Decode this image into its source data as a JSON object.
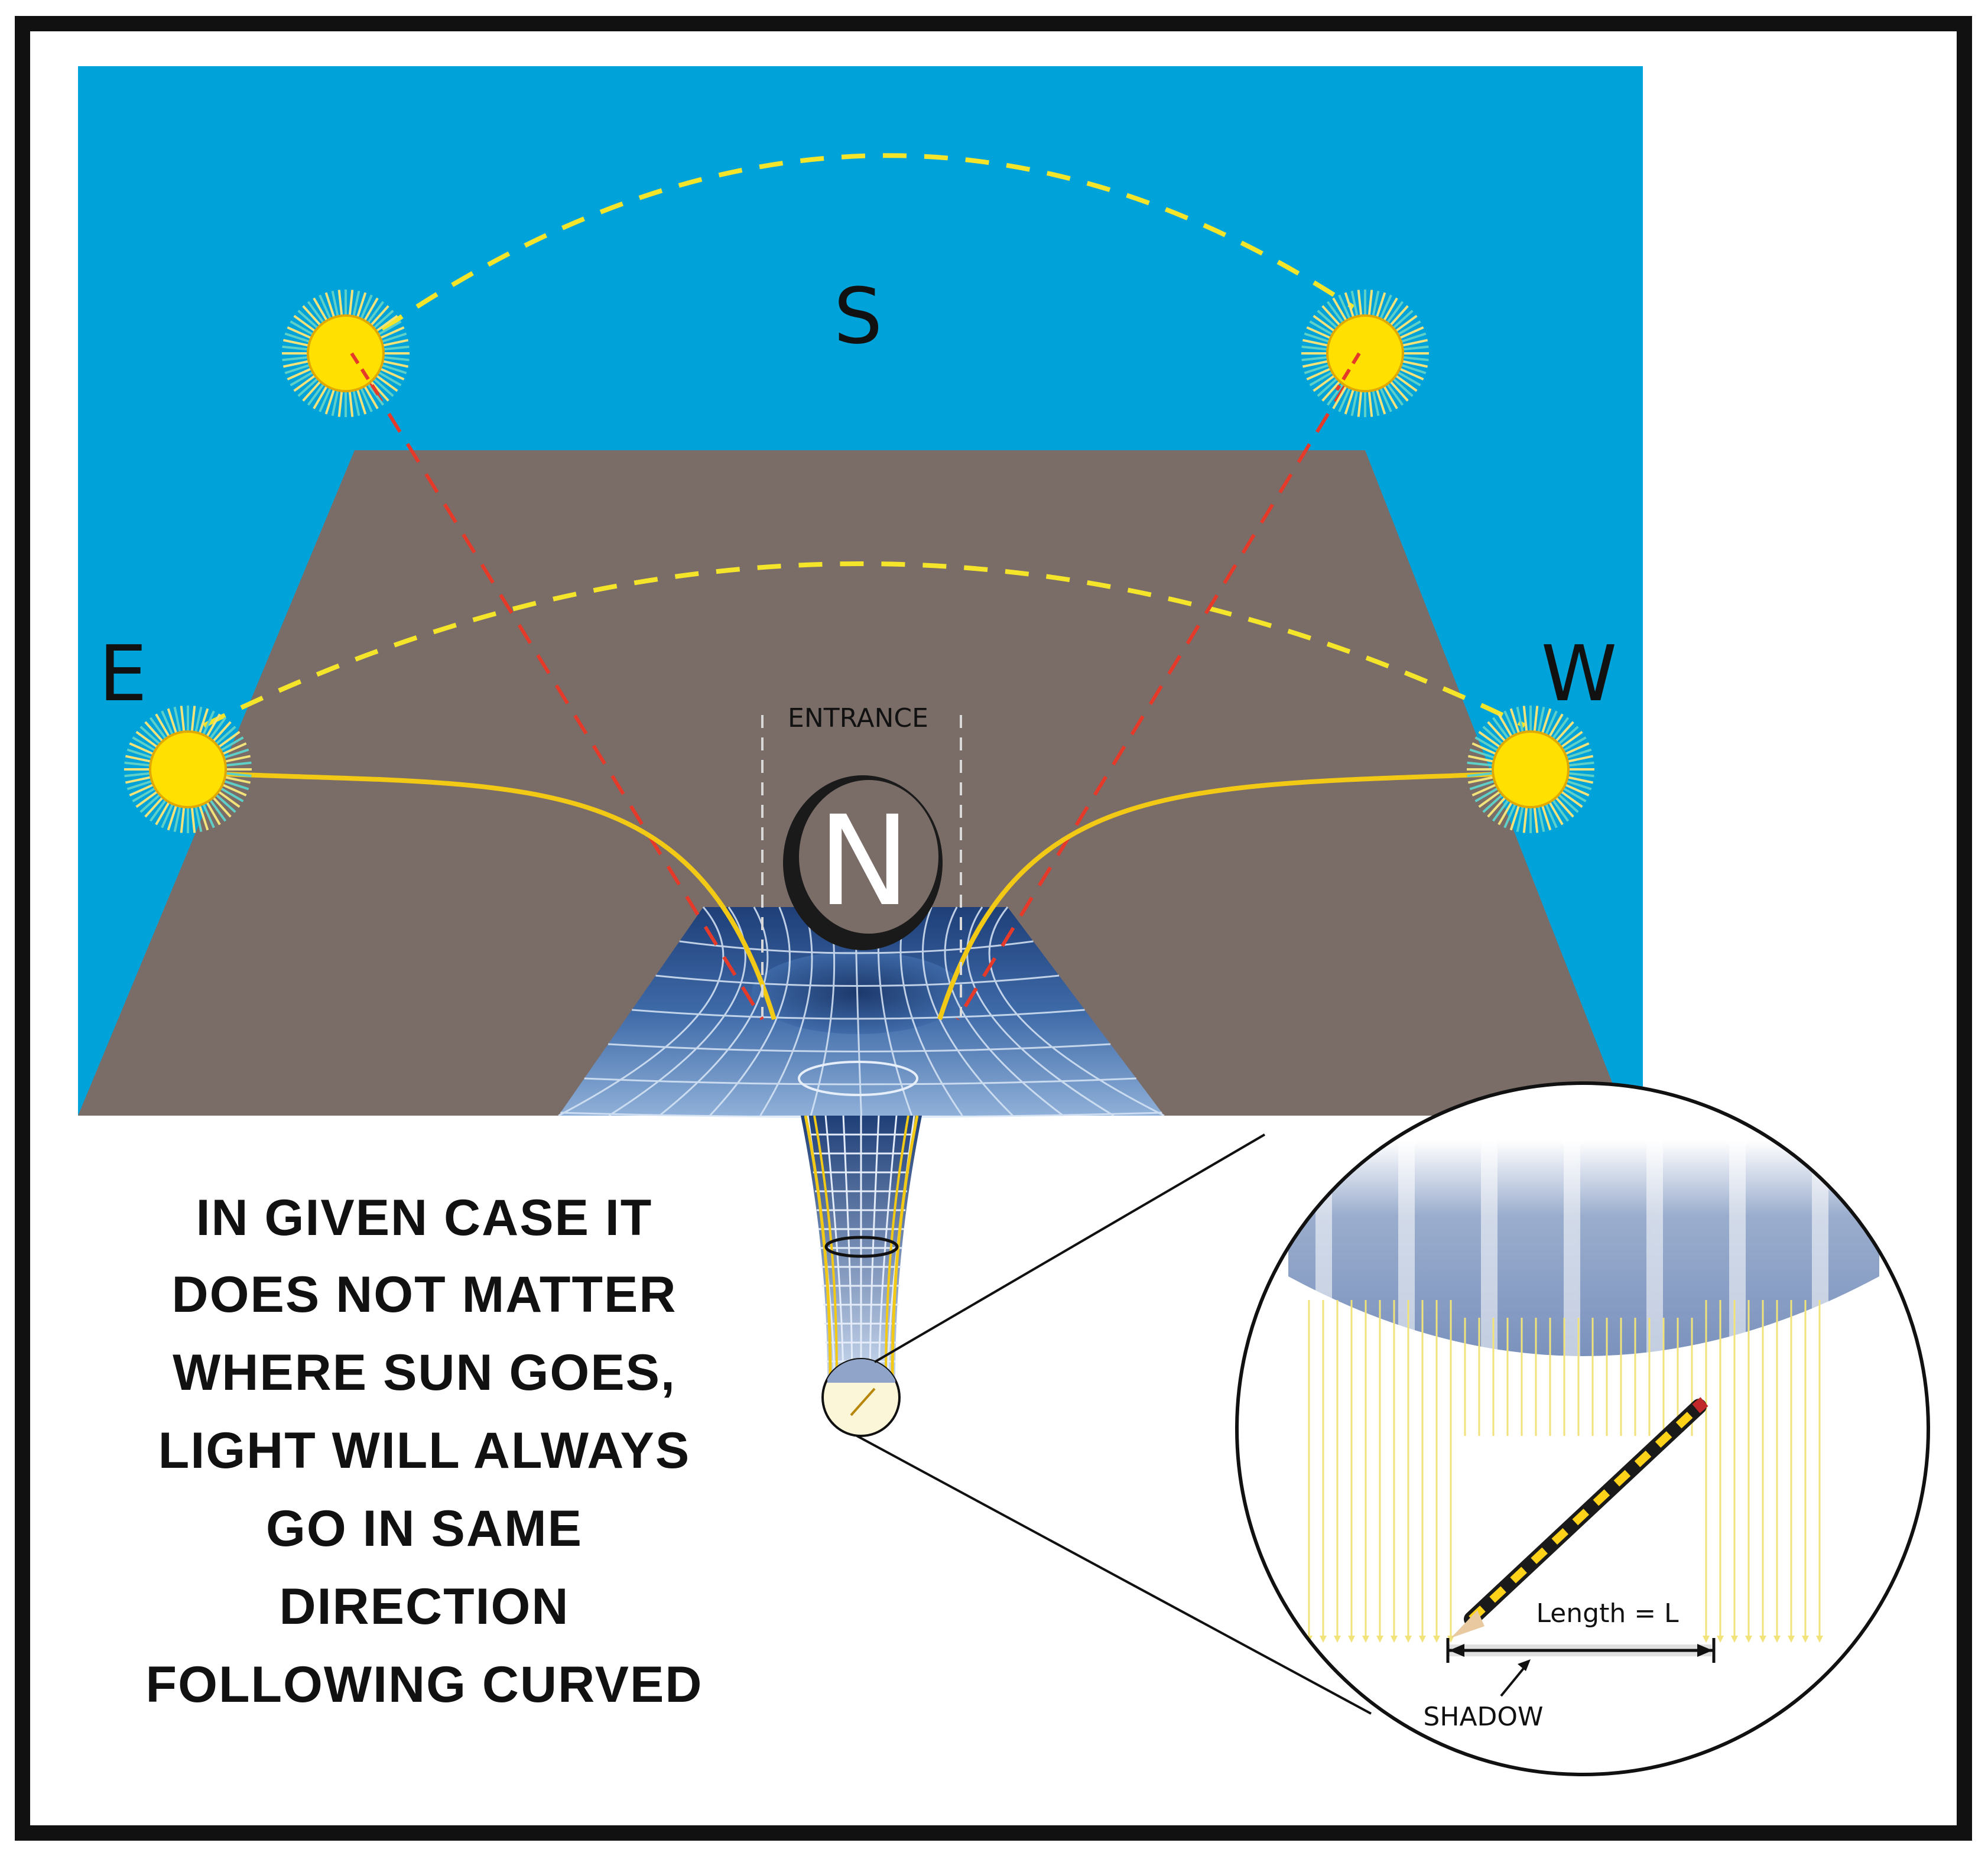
{
  "labels": {
    "south": "S",
    "east": "E",
    "west": "W",
    "north": "N",
    "entrance": "ENTRANCE",
    "length": "Length = L",
    "shadow": "SHADOW"
  },
  "caption": [
    "IN GIVEN CASE IT",
    "DOES NOT MATTER",
    "WHERE SUN GOES,",
    "LIGHT WILL ALWAYS",
    "GO IN SAME",
    "DIRECTION",
    "FOLLOWING CURVED"
  ],
  "colors": {
    "sky": "#00a3d9",
    "ground": "#7a6c67",
    "sun": "#ffe000",
    "sun_rays": "#f2e27a",
    "sun_path": "#f5e52a",
    "red_path": "#e53a2a",
    "light_curve": "#f2c915",
    "well_blue": "#3d67a6",
    "frame": "#111111"
  }
}
